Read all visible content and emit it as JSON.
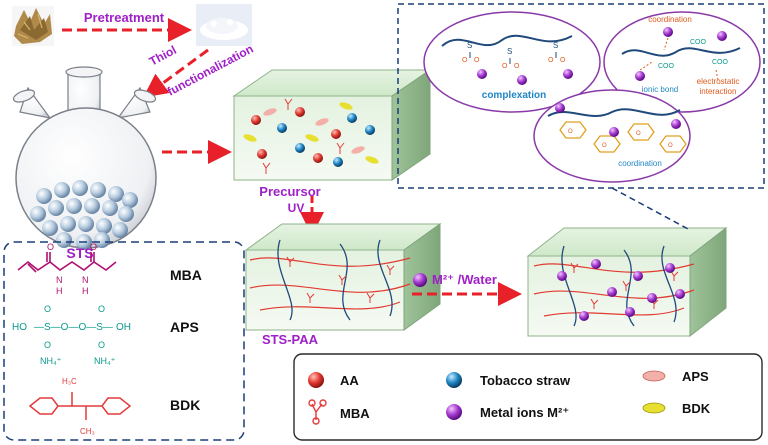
{
  "labels": {
    "pretreatment": "Pretreatment",
    "thiol": "Thiol",
    "functionalization": "functionalization",
    "precursor": "Precursor",
    "uv": "UV",
    "sts": "STS",
    "sts_paa": "STS-PAA",
    "metal_water": "M²⁺ /Water"
  },
  "reagents": [
    {
      "name": "MBA",
      "h1": "H",
      "h2": "H"
    },
    {
      "name": "APS",
      "ho_left": "HO",
      "oh_right": "OH",
      "nh4_left": "NH₄⁺",
      "nh4_right": "NH₄⁺"
    },
    {
      "name": "BDK",
      "ch3_top": "H₃C",
      "ch3_bottom": "CH₃"
    }
  ],
  "legend": [
    {
      "key": "aa",
      "label": "AA"
    },
    {
      "key": "tobacco",
      "label": "Tobacco straw"
    },
    {
      "key": "aps",
      "label": "APS"
    },
    {
      "key": "mba",
      "label": "MBA"
    },
    {
      "key": "metal",
      "label": "Metal ions M²⁺"
    },
    {
      "key": "bdk",
      "label": "BDK"
    }
  ],
  "interactions": {
    "complexation": "complexation",
    "coordination_top": "coordination",
    "ionic_bond": "ionic bond",
    "electrostatic_1": "electrostatic",
    "electrostatic_2": "interaction",
    "coordination_bottom": "coordination"
  },
  "colors": {
    "arrow_red": "#e8202a",
    "purple_text": "#a020c8",
    "box_green": "#c9e8c3",
    "metal_purple": "#9a25c8",
    "aa_red": "#e23a30",
    "tobacco_blue": "#1f86c4",
    "teal": "#0a9a8c",
    "bdk_red": "#e43a3a",
    "mba_magenta": "#b01070",
    "dash_navy": "#1c3d78"
  }
}
